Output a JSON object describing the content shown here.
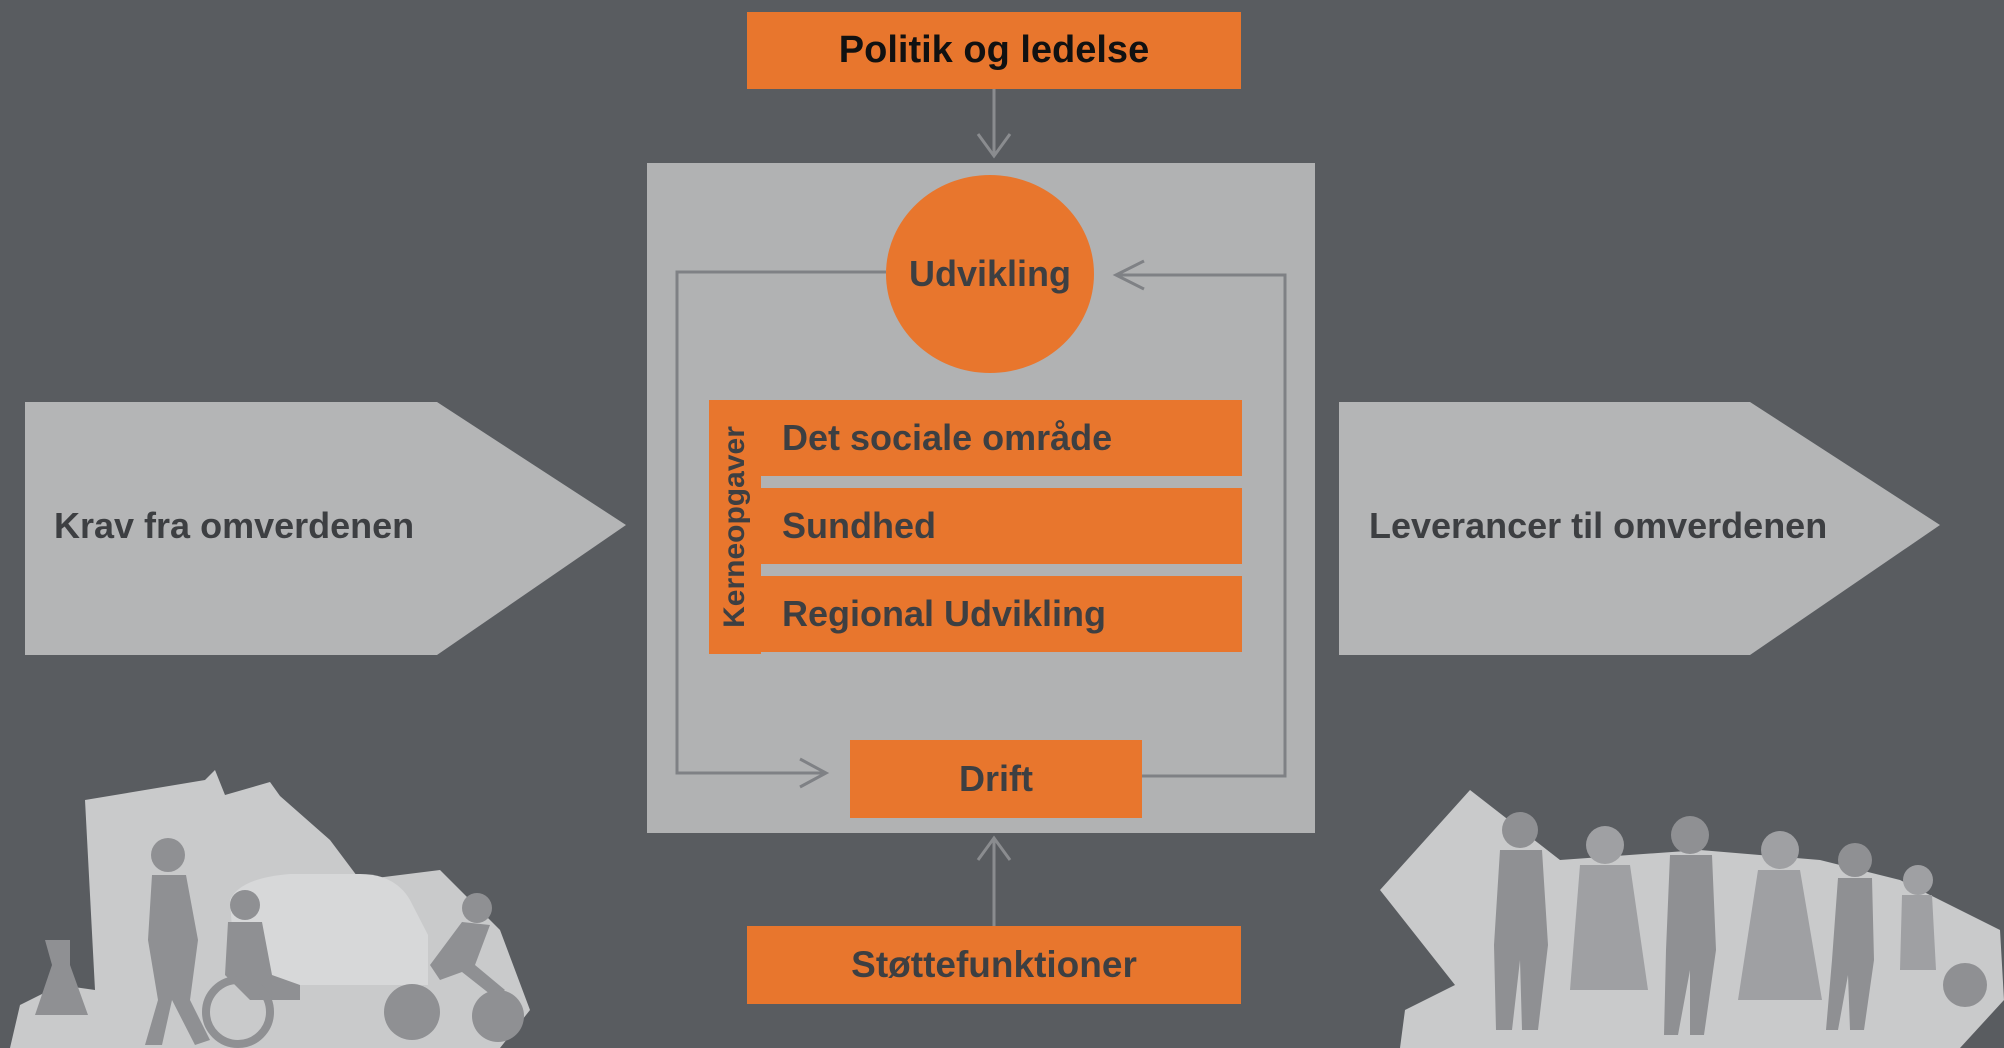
{
  "top": {
    "label": "Politik og ledelse"
  },
  "bottom": {
    "label": "Støttefunktioner"
  },
  "center": {
    "circle_label": "Udvikling",
    "drift_label": "Drift",
    "kerne": {
      "group_label": "Kerneopgaver",
      "items": [
        "Det sociale område",
        "Sundhed",
        "Regional Udvikling"
      ]
    }
  },
  "left_arrow": {
    "label": "Krav fra omverdenen"
  },
  "right_arrow": {
    "label": "Leverancer til omverdenen"
  },
  "colors": {
    "background": "#595c60",
    "panel": "#b1b2b3",
    "orange": "#e8762d",
    "arrow_fill": "#b4b5b6",
    "text_dark": "#3d3f42"
  }
}
